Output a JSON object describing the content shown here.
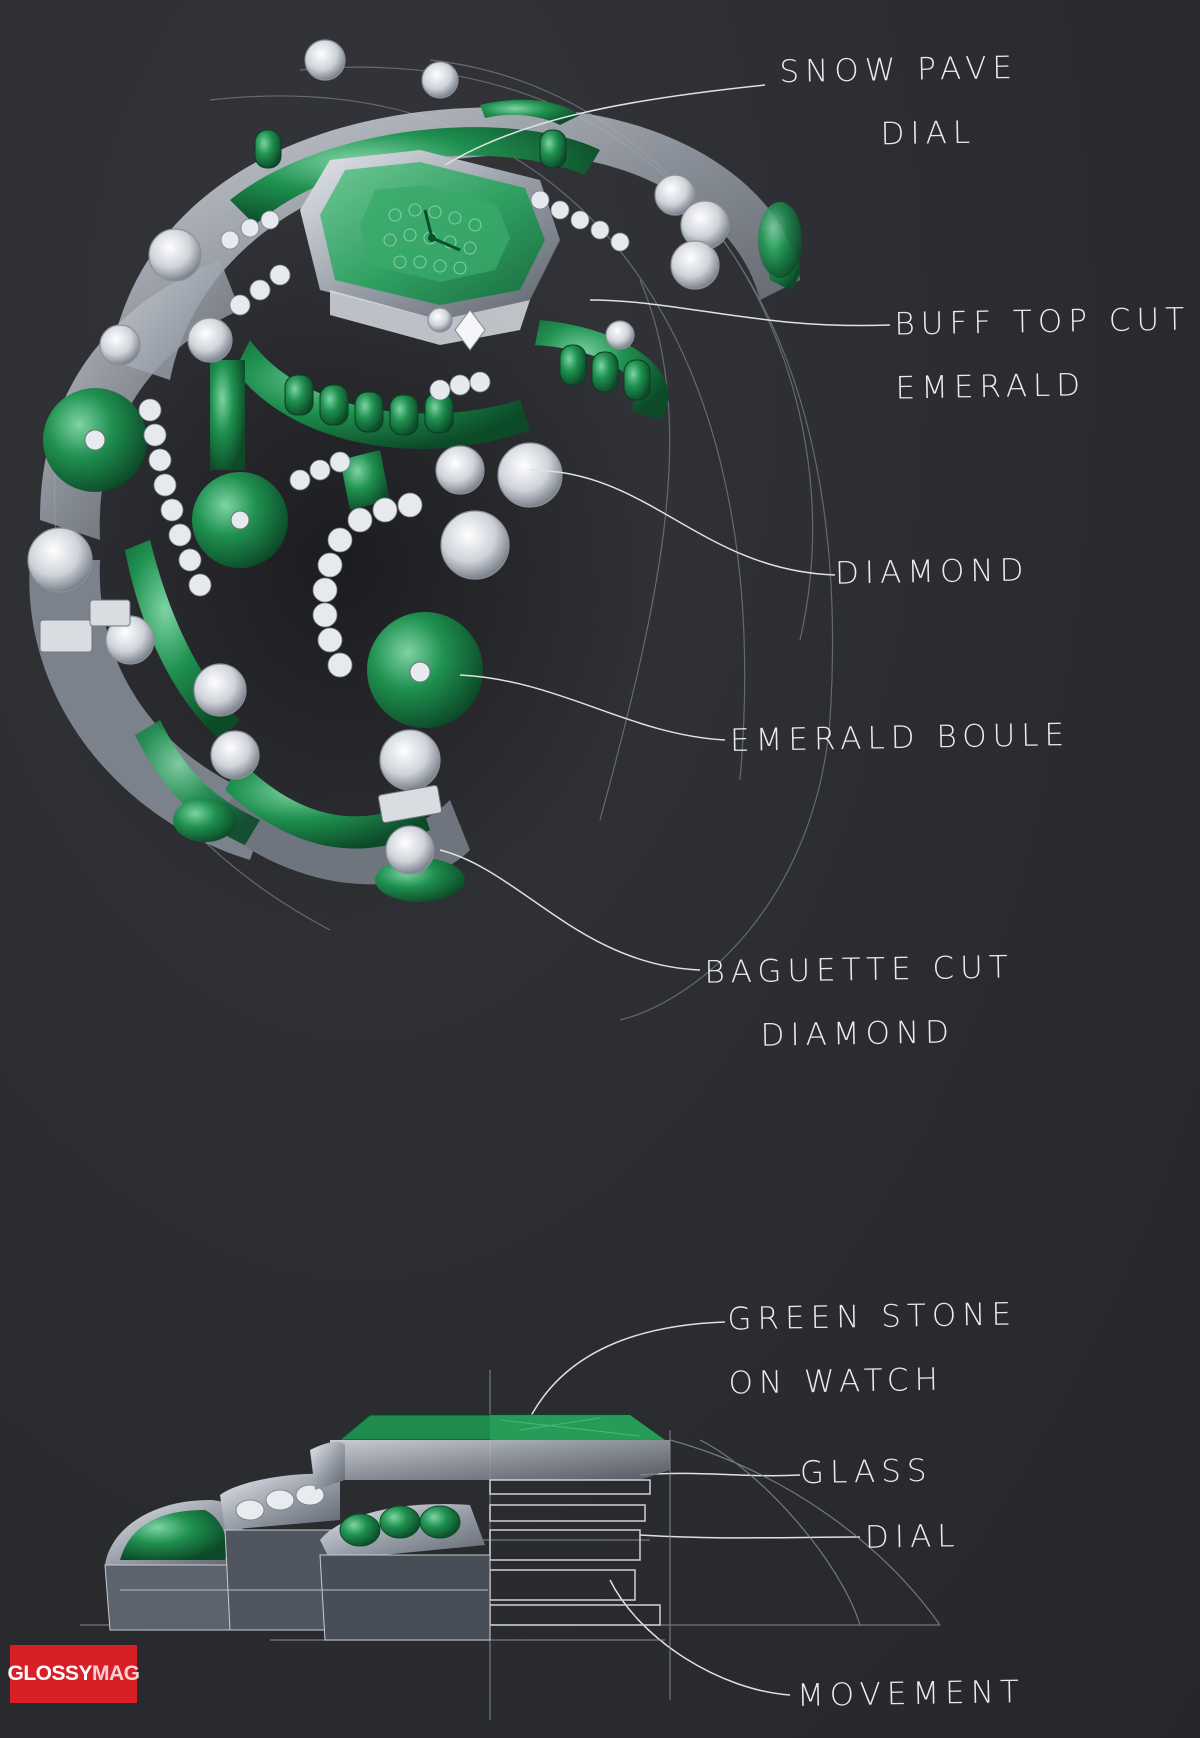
{
  "callouts": [
    {
      "id": "snow-pave-dial",
      "lines": [
        "SNOW PAVE",
        "DIAL"
      ]
    },
    {
      "id": "bufftop-cut-emerald",
      "lines": [
        "BUFF TOP CUT",
        "EMERALD"
      ]
    },
    {
      "id": "diamond",
      "lines": [
        "DIAMOND"
      ]
    },
    {
      "id": "emerald-boule",
      "lines": [
        "EMERALD BOULE"
      ]
    },
    {
      "id": "baguette-cut-diamond",
      "lines": [
        "BAGUETTE CUT",
        "DIAMOND"
      ]
    },
    {
      "id": "green-stone-on-watch",
      "lines": [
        "GREEN STONE",
        "ON WATCH"
      ]
    },
    {
      "id": "glass",
      "lines": [
        "GLASS"
      ]
    },
    {
      "id": "dial",
      "lines": [
        "DIAL"
      ]
    },
    {
      "id": "movement",
      "lines": [
        "MOVEMENT"
      ]
    }
  ],
  "logo": {
    "part1": "GLOSSY",
    "part2": "MAG"
  },
  "colors": {
    "background": "#2b2c30",
    "emerald": "#1e8a4c",
    "emerald_light": "#5cc28a",
    "metal": "#bfc4cc",
    "ink": "#e9eaec",
    "logo_red": "#d81f26"
  }
}
